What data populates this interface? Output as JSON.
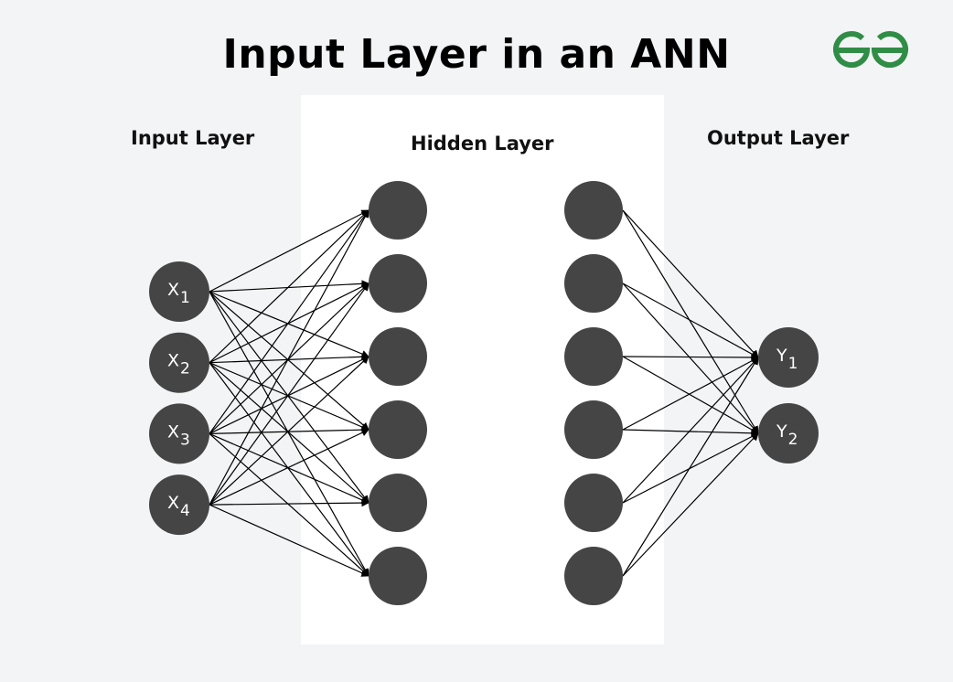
{
  "title": "Input Layer in an ANN",
  "logo": {
    "icon": "geeksforgeeks-logo-icon",
    "color": "#2f8d46"
  },
  "layers": {
    "input": {
      "label": "Input Layer",
      "nodes": [
        {
          "letter": "X",
          "sub": "1"
        },
        {
          "letter": "X",
          "sub": "2"
        },
        {
          "letter": "X",
          "sub": "3"
        },
        {
          "letter": "X",
          "sub": "4"
        }
      ]
    },
    "hidden": {
      "label": "Hidden Layer",
      "columns": 2,
      "nodes_per_column": 6
    },
    "output": {
      "label": "Output Layer",
      "nodes": [
        {
          "letter": "Y",
          "sub": "1"
        },
        {
          "letter": "Y",
          "sub": "2"
        }
      ]
    }
  },
  "connections": {
    "input_to_hidden": "fully-connected",
    "hidden_to_output": "fully-connected"
  },
  "colors": {
    "node": "#454545",
    "edge": "#000000",
    "panel": "#ffffff",
    "background": "#f3f4f6",
    "accent": "#2f8d46"
  }
}
